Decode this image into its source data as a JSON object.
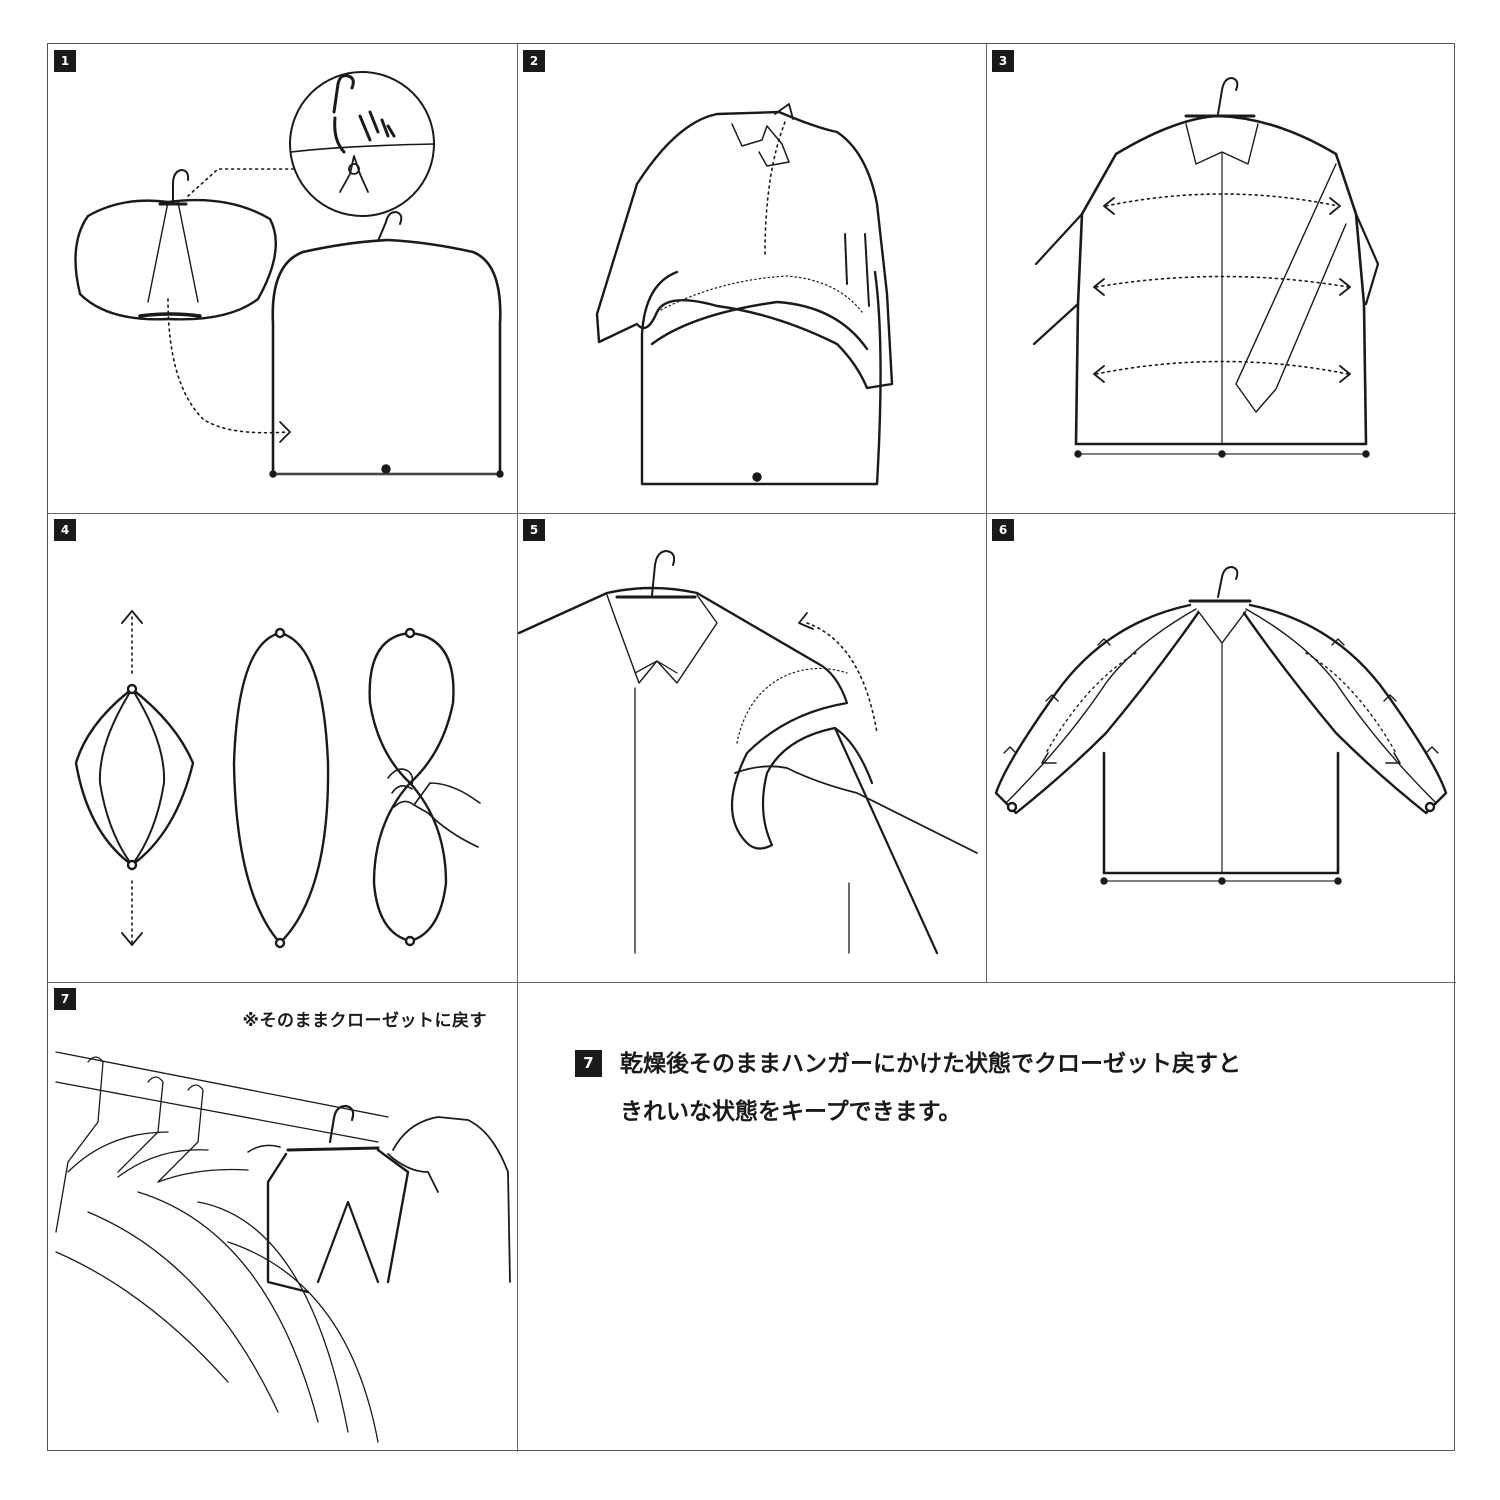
{
  "steps": [
    {
      "number": "1"
    },
    {
      "number": "2"
    },
    {
      "number": "3"
    },
    {
      "number": "4"
    },
    {
      "number": "5"
    },
    {
      "number": "6"
    },
    {
      "number": "7",
      "note": "※そのままクローゼットに戻す"
    }
  ],
  "caption": {
    "number": "7",
    "line1": "乾燥後そのままハンガーにかけた状態でクローゼット戻すと",
    "line2": "きれいな状態をキープできます。"
  }
}
